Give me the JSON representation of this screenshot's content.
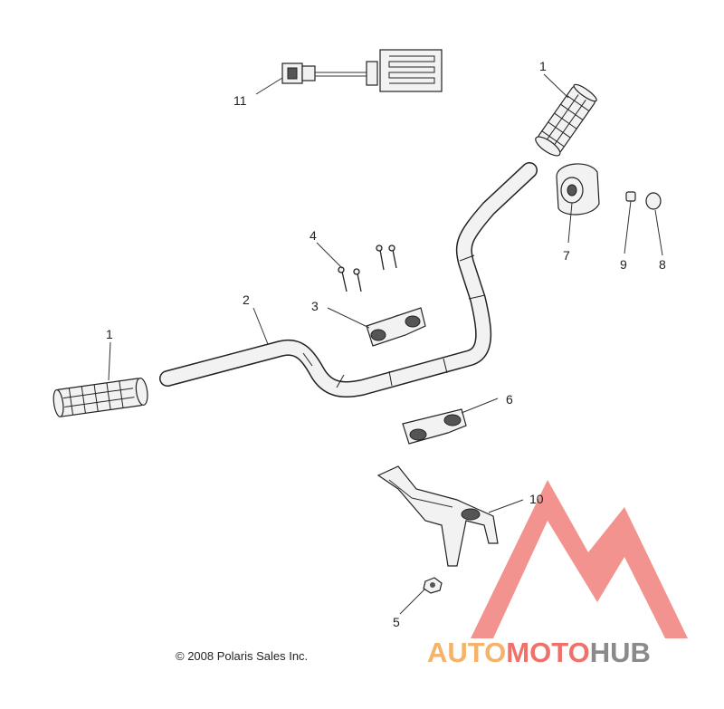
{
  "callouts": {
    "c1_top": "1",
    "c1_left": "1",
    "c2": "2",
    "c3": "3",
    "c4": "4",
    "c5": "5",
    "c6": "6",
    "c7": "7",
    "c8": "8",
    "c9": "9",
    "c10": "10",
    "c11": "11"
  },
  "copyright": "© 2008 Polaris Sales Inc.",
  "watermark": {
    "part1": "AUTO",
    "part2": "MOTO",
    "part3": "HUB",
    "color_orange": "#f5b26b",
    "color_red": "#f0706a",
    "color_gray": "#8a8a8a"
  }
}
